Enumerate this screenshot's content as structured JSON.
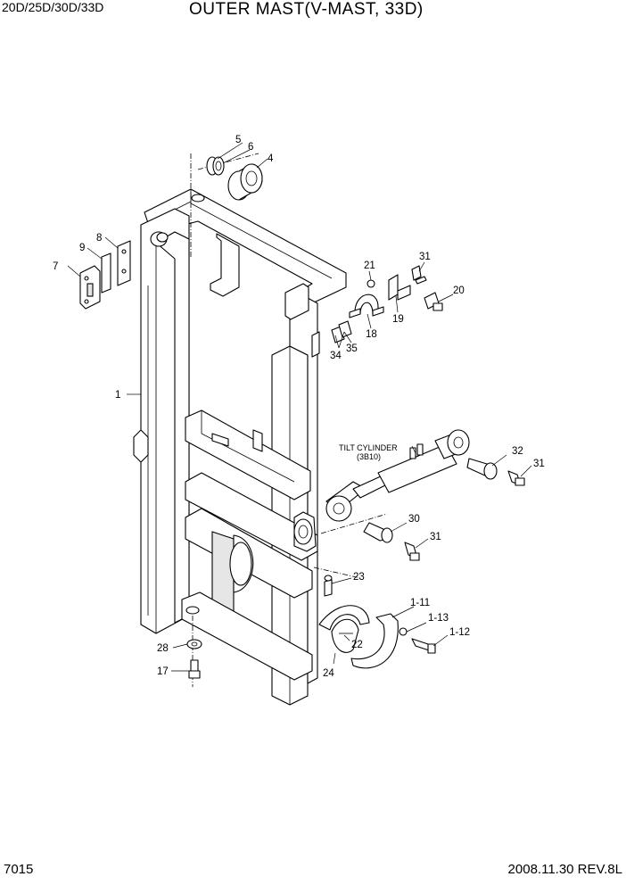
{
  "header": {
    "model": "20D/25D/30D/33D",
    "title": "OUTER MAST(V-MAST, 33D)"
  },
  "footer": {
    "page": "7015",
    "revision": "2008.11.30  REV.8L"
  },
  "note": {
    "line1": "TILT CYLINDER",
    "line2": "(3B10)"
  },
  "callouts": {
    "p1": "1",
    "p4": "4",
    "p5": "5",
    "p6": "6",
    "p7": "7",
    "p8": "8",
    "p9": "9",
    "p17": "17",
    "p18": "18",
    "p19": "19",
    "p20": "20",
    "p21": "21",
    "p22": "22",
    "p23": "23",
    "p24": "24",
    "p28": "28",
    "p30": "30",
    "p31a": "31",
    "p31b": "31",
    "p31c": "31",
    "p32": "32",
    "p34": "34",
    "p35": "35",
    "p1_11": "1-11",
    "p1_12": "1-12",
    "p1_13": "1-13"
  }
}
